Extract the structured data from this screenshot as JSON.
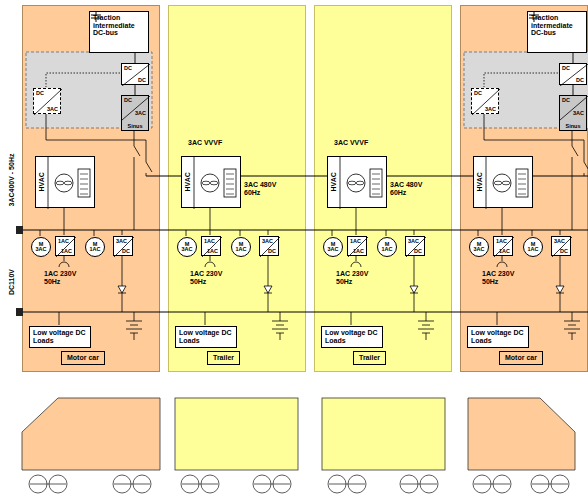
{
  "diagram": {
    "nodes": [
      {
        "text": [
          "Motor car"
        ]
      },
      {
        "text": [
          "Traction intermediate DC-bus"
        ],
        "in": 0
      },
      {
        "text": [
          "DC",
          "DC"
        ],
        "in": 0
      },
      {
        "text": [
          "DC",
          "3AC"
        ],
        "in": 0
      },
      {
        "text": [
          "DC",
          "3AC",
          "Sinus"
        ],
        "in": 0
      },
      {
        "text": [
          "HVAC"
        ],
        "in": 0
      },
      {
        "text": [
          "M",
          "3AC"
        ],
        "in": 0
      },
      {
        "text": [
          "1AC",
          "1AC"
        ],
        "in": 0
      },
      {
        "text": [
          "M",
          "1AC"
        ],
        "in": 0
      },
      {
        "text": [
          "3AC",
          "DC"
        ],
        "in": 0
      },
      {
        "text": [
          "Low voltage DC Loads"
        ],
        "in": 0
      },
      {
        "text": [
          "Trailer"
        ]
      },
      {
        "text": [
          "HVAC"
        ],
        "in": 11
      },
      {
        "text": [
          "M",
          "3AC"
        ],
        "in": 11
      },
      {
        "text": [
          "1AC",
          "1AC"
        ],
        "in": 11
      },
      {
        "text": [
          "M",
          "1AC"
        ],
        "in": 11
      },
      {
        "text": [
          "3AC",
          "DC"
        ],
        "in": 11
      },
      {
        "text": [
          "Low voltage DC Loads"
        ],
        "in": 11
      },
      {
        "text": [
          "Trailer"
        ]
      },
      {
        "text": [
          "HVAC"
        ],
        "in": 18
      },
      {
        "text": [
          "M",
          "3AC"
        ],
        "in": 18
      },
      {
        "text": [
          "1AC",
          "1AC"
        ],
        "in": 18
      },
      {
        "text": [
          "M",
          "1AC"
        ],
        "in": 18
      },
      {
        "text": [
          "3AC",
          "DC"
        ],
        "in": 18
      },
      {
        "text": [
          "Low voltage DC Loads"
        ],
        "in": 18
      },
      {
        "text": [
          "Motor car"
        ]
      },
      {
        "text": [
          "Traction intermediate DC-bus"
        ],
        "in": 25
      },
      {
        "text": [
          "DC",
          "DC"
        ],
        "in": 25
      },
      {
        "text": [
          "DC",
          "3AC"
        ],
        "in": 25
      },
      {
        "text": [
          "DC",
          "3AC",
          "Sinus"
        ],
        "in": 25
      },
      {
        "text": [
          "HVAC"
        ],
        "in": 25
      },
      {
        "text": [
          "M",
          "3AC"
        ],
        "in": 25
      },
      {
        "text": [
          "1AC",
          "1AC"
        ],
        "in": 25
      },
      {
        "text": [
          "M",
          "1AC"
        ],
        "in": 25
      },
      {
        "text": [
          "3AC",
          "DC"
        ],
        "in": 25
      },
      {
        "text": [
          "Low voltage DC Loads"
        ],
        "in": 25
      }
    ],
    "edges": [
      {
        "from": 1,
        "to": 2,
        "arrow": "none"
      },
      {
        "from": 2,
        "to": 4,
        "arrow": "none"
      },
      {
        "from": 26,
        "to": 27,
        "arrow": "none"
      },
      {
        "from": 27,
        "to": 29,
        "arrow": "none"
      }
    ],
    "labels": [
      "3AC400V - 50Hz",
      "DC110V",
      "3AC VVVF",
      "3AC VVVF",
      "3AC 480V 60Hz",
      "3AC 480V 60Hz",
      "1AC 230V 50Hz",
      "1AC 230V 50Hz",
      "1AC 230V 50Hz",
      "1AC 230V 50Hz"
    ]
  }
}
